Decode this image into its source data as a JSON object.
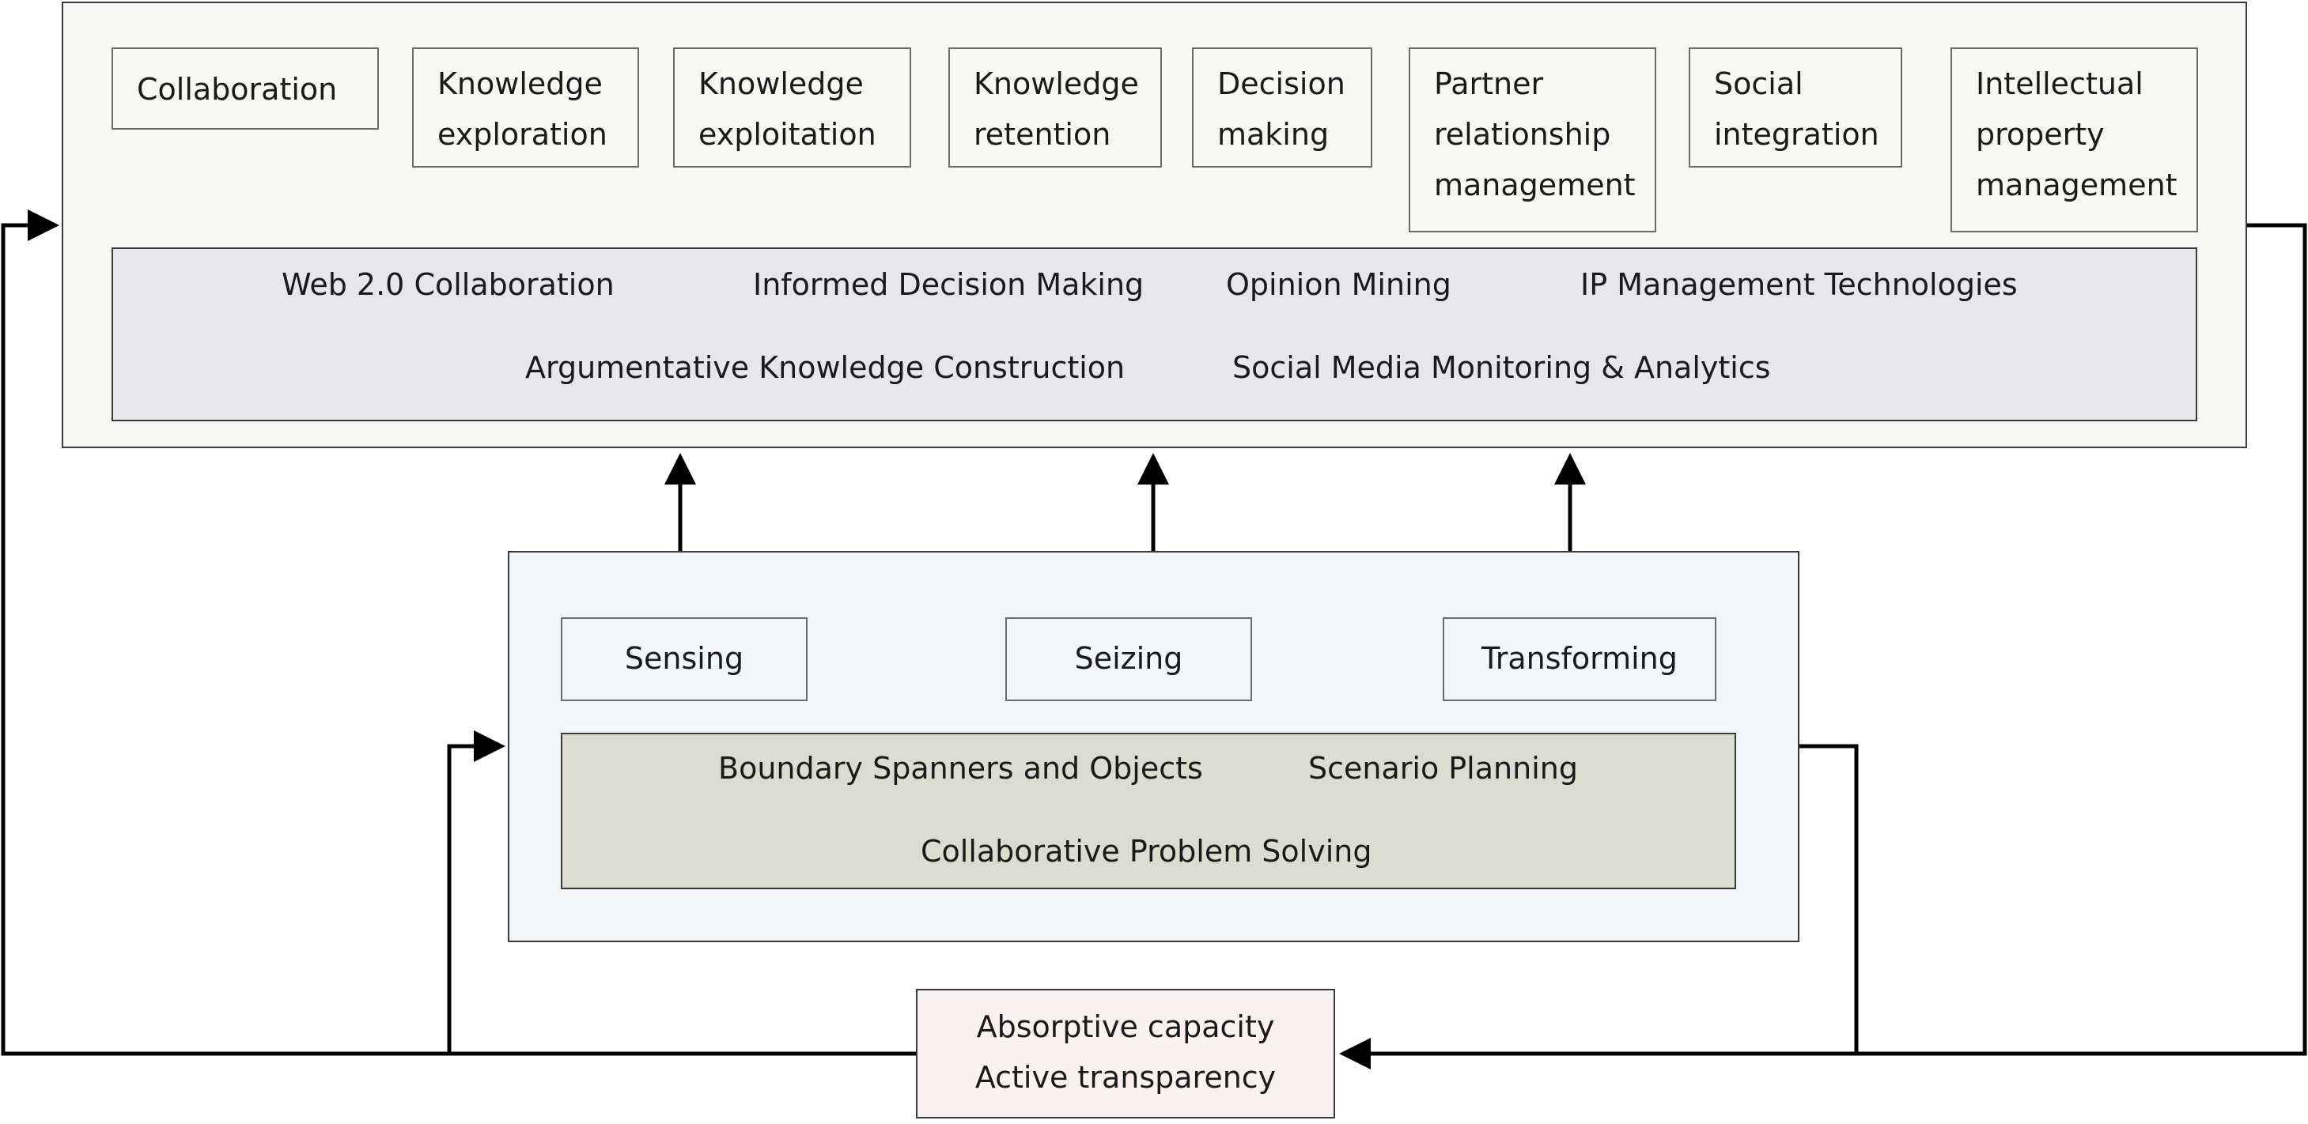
{
  "capabilities": [
    "Collaboration",
    "Knowledge exploration",
    "Knowledge exploitation",
    "Knowledge retention",
    "Decision making",
    "Partner relationship management",
    "Social integration",
    "Intellectual property management"
  ],
  "top_technologies": {
    "web20": "Web 2.0 Collaboration",
    "informed_decision": "Informed Decision Making",
    "opinion_mining": "Opinion Mining",
    "ip_tech": "IP Management Technologies",
    "argumentative": "Argumentative Knowledge Construction",
    "social_media": "Social Media Monitoring & Analytics"
  },
  "dynamic_capabilities": {
    "sensing": "Sensing",
    "seizing": "Seizing",
    "transforming": "Transforming"
  },
  "mechanisms": {
    "boundary": "Boundary Spanners and Objects",
    "scenario": "Scenario Planning",
    "collab_problem": "Collaborative Problem Solving"
  },
  "outcome": {
    "line1": "Absorptive capacity",
    "line2": "Active transparency"
  },
  "colors": {
    "top_panel": "#f8f7f3",
    "tech_band": "#e8e6ec",
    "mid_panel": "#f2f5f9",
    "mech_band": "#dddcd1",
    "outcome_box": "#fcf1f1",
    "line": "#000000"
  }
}
